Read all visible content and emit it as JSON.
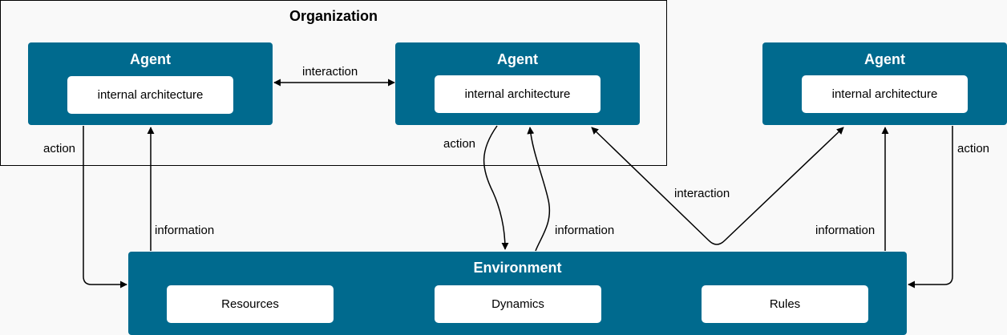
{
  "organization": {
    "title": "Organization"
  },
  "agents": [
    {
      "title": "Agent",
      "inner": "internal architecture"
    },
    {
      "title": "Agent",
      "inner": "internal architecture"
    },
    {
      "title": "Agent",
      "inner": "internal architecture"
    }
  ],
  "environment": {
    "title": "Environment",
    "components": [
      "Resources",
      "Dynamics",
      "Rules"
    ]
  },
  "edges": {
    "interaction_top": "interaction",
    "interaction_bottom": "interaction",
    "action_left": "action",
    "information_left": "information",
    "action_middle": "action",
    "information_middle": "information",
    "information_right": "information",
    "action_right": "action"
  },
  "colors": {
    "box_fill": "#006a8e",
    "inner_fill": "#ffffff",
    "background": "#f9f9f9",
    "line": "#000000"
  }
}
